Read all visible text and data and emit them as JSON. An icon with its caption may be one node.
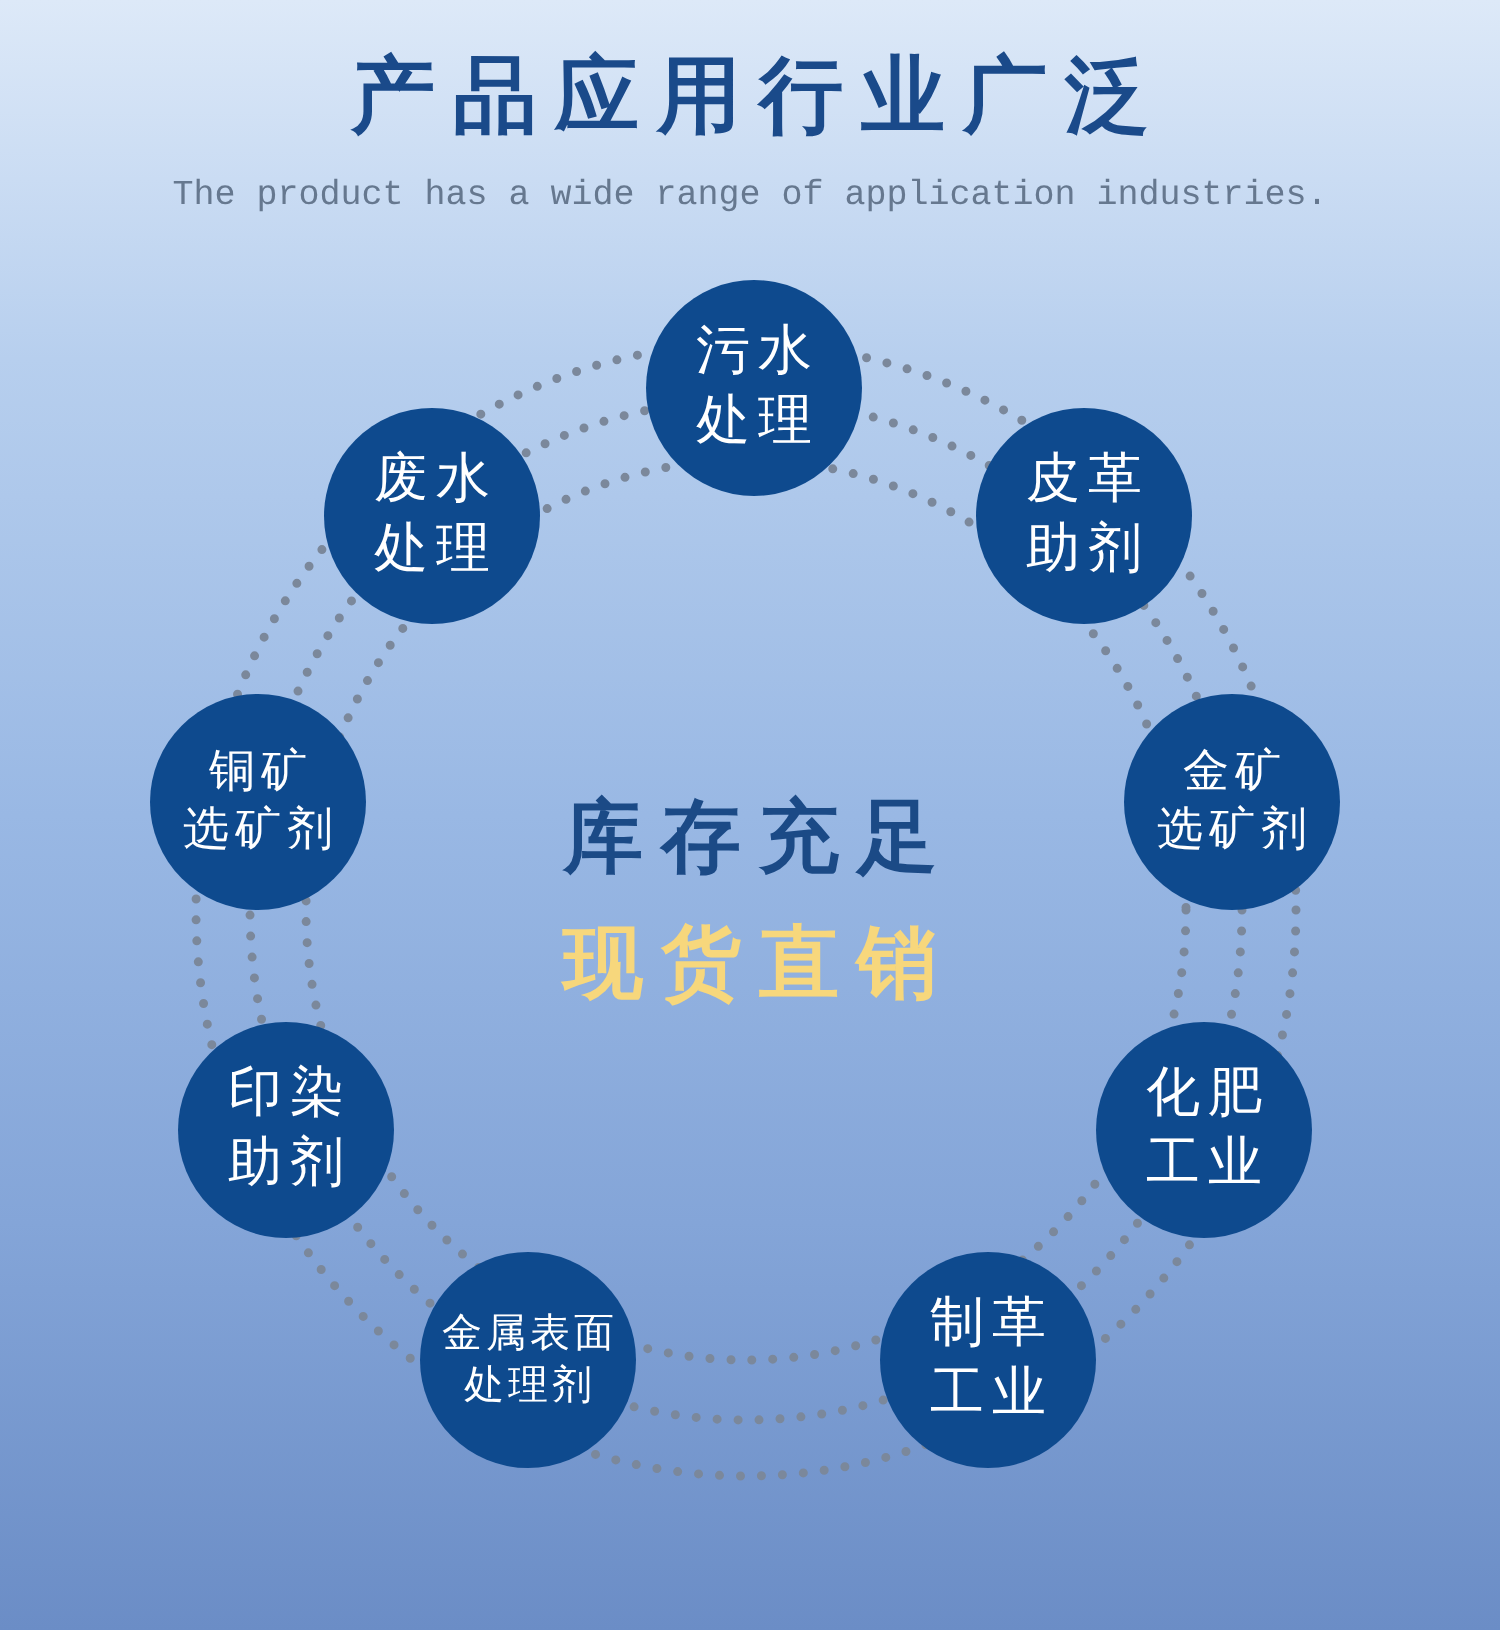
{
  "diagram": {
    "title": "产品应用行业广泛",
    "nodes": [
      {
        "text": [
          "污水处理"
        ]
      },
      {
        "text": [
          "废水处理"
        ]
      },
      {
        "text": [
          "皮革助剂"
        ]
      },
      {
        "text": [
          "铜矿选矿剂"
        ]
      },
      {
        "text": [
          "金矿选矿剂"
        ]
      },
      {
        "text": [
          "印染助剂"
        ]
      },
      {
        "text": [
          "化肥工业"
        ]
      },
      {
        "text": [
          "金属表面处理剂"
        ]
      },
      {
        "text": [
          "制革工业"
        ]
      }
    ],
    "labels": [
      "The product has a wide range of application industries.",
      "库存充足",
      "现货直销"
    ]
  }
}
